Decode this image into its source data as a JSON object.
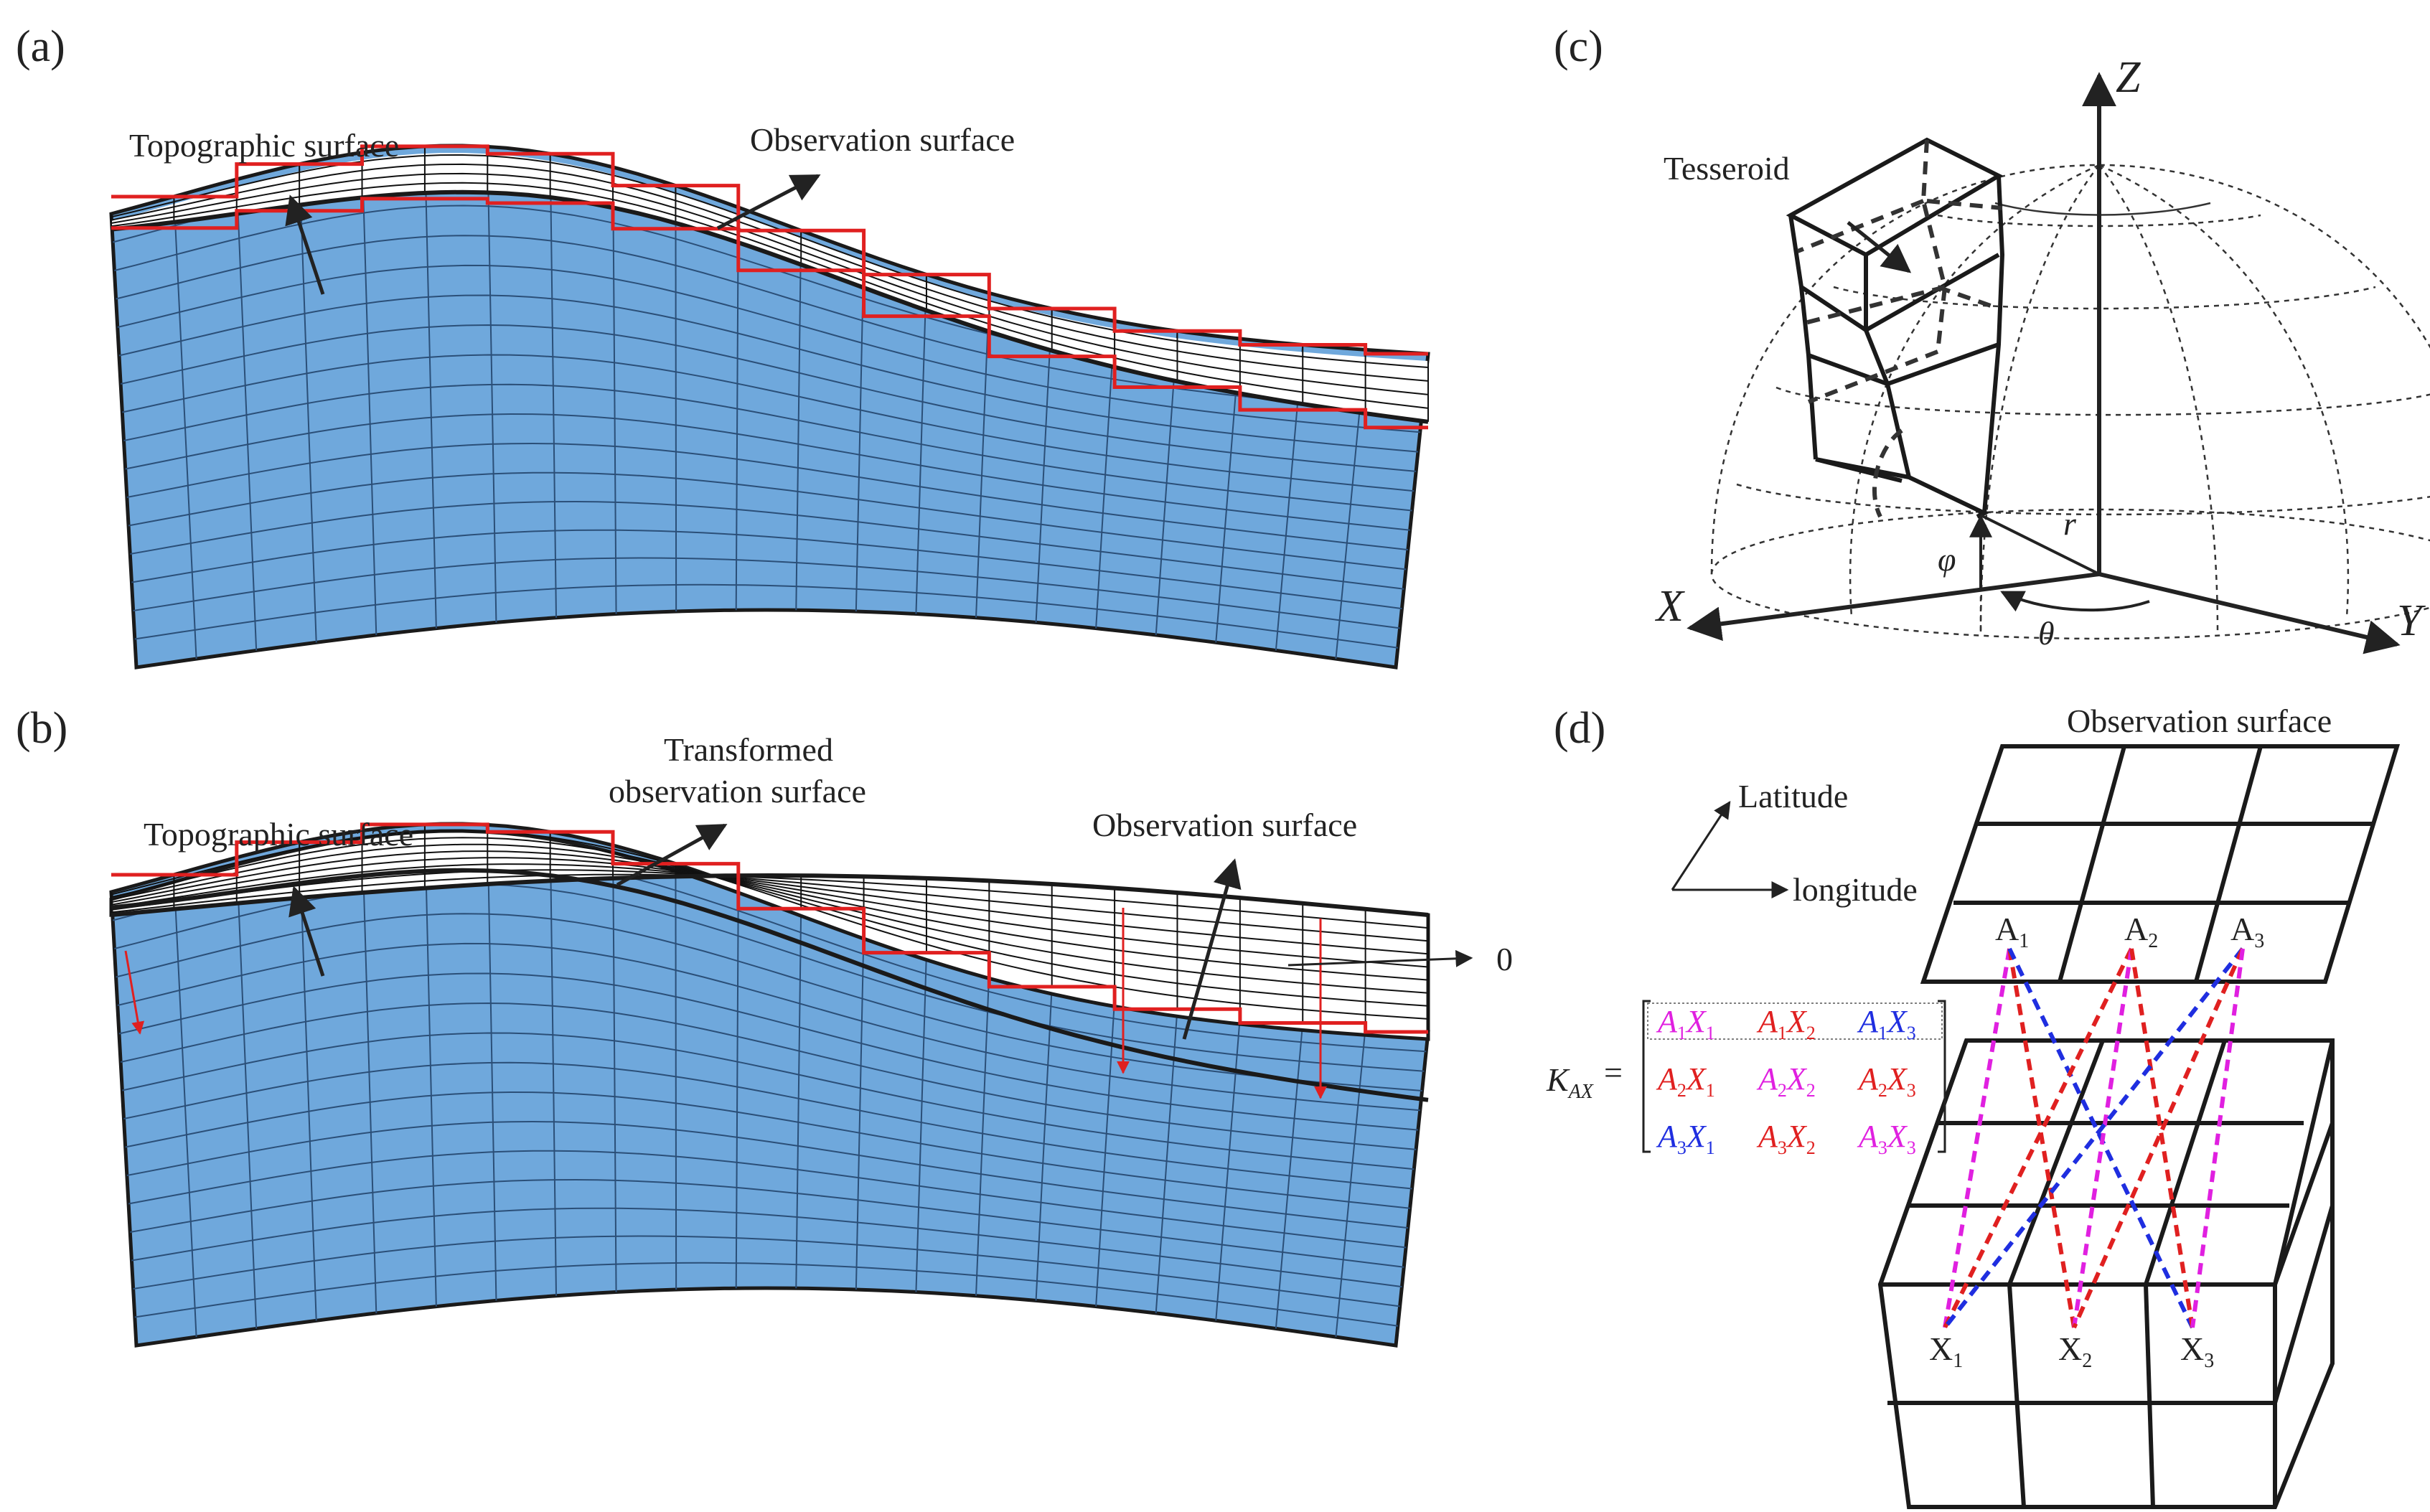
{
  "panels": {
    "a": {
      "label": "(a)",
      "topographic": "Topographic surface",
      "observation": "Observation surface"
    },
    "b": {
      "label": "(b)",
      "topographic": "Topographic surface",
      "transformed_line1": "Transformed",
      "transformed_line2": "observation surface",
      "observation": "Observation surface",
      "zero": "0"
    },
    "c": {
      "label": "(c)",
      "tesseroid": "Tesseroid",
      "axis_z": "Z",
      "axis_x": "X",
      "axis_y": "Y",
      "r": "r",
      "phi": "φ",
      "theta": "θ"
    },
    "d": {
      "label": "(d)",
      "observation": "Observation surface",
      "latitude": "Latitude",
      "longitude": "longitude",
      "a_points": [
        {
          "base": "A",
          "sub": "1"
        },
        {
          "base": "A",
          "sub": "2"
        },
        {
          "base": "A",
          "sub": "3"
        }
      ],
      "x_points": [
        {
          "base": "X",
          "sub": "1"
        },
        {
          "base": "X",
          "sub": "2"
        },
        {
          "base": "X",
          "sub": "3"
        }
      ],
      "matrix_label": "K",
      "matrix_sub": "AX",
      "matrix_eq": "=",
      "matrix": [
        [
          {
            "a": "A",
            "as": "1",
            "x": "X",
            "xs": "1",
            "color": "#e020e0"
          },
          {
            "a": "A",
            "as": "1",
            "x": "X",
            "xs": "2",
            "color": "#e02020"
          },
          {
            "a": "A",
            "as": "1",
            "x": "X",
            "xs": "3",
            "color": "#1f2ee0"
          }
        ],
        [
          {
            "a": "A",
            "as": "2",
            "x": "X",
            "xs": "1",
            "color": "#e02020"
          },
          {
            "a": "A",
            "as": "2",
            "x": "X",
            "xs": "2",
            "color": "#e020e0"
          },
          {
            "a": "A",
            "as": "2",
            "x": "X",
            "xs": "3",
            "color": "#e02020"
          }
        ],
        [
          {
            "a": "A",
            "as": "3",
            "x": "X",
            "xs": "1",
            "color": "#1f2ee0"
          },
          {
            "a": "A",
            "as": "3",
            "x": "X",
            "xs": "2",
            "color": "#e02020"
          },
          {
            "a": "A",
            "as": "3",
            "x": "X",
            "xs": "3",
            "color": "#e020e0"
          }
        ]
      ]
    }
  },
  "colors": {
    "earth_fill": "#6fa8dc",
    "grid_red": "#e02020",
    "connect_magenta": "#e020e0",
    "connect_red": "#e02020",
    "connect_blue": "#1f2ee0"
  }
}
